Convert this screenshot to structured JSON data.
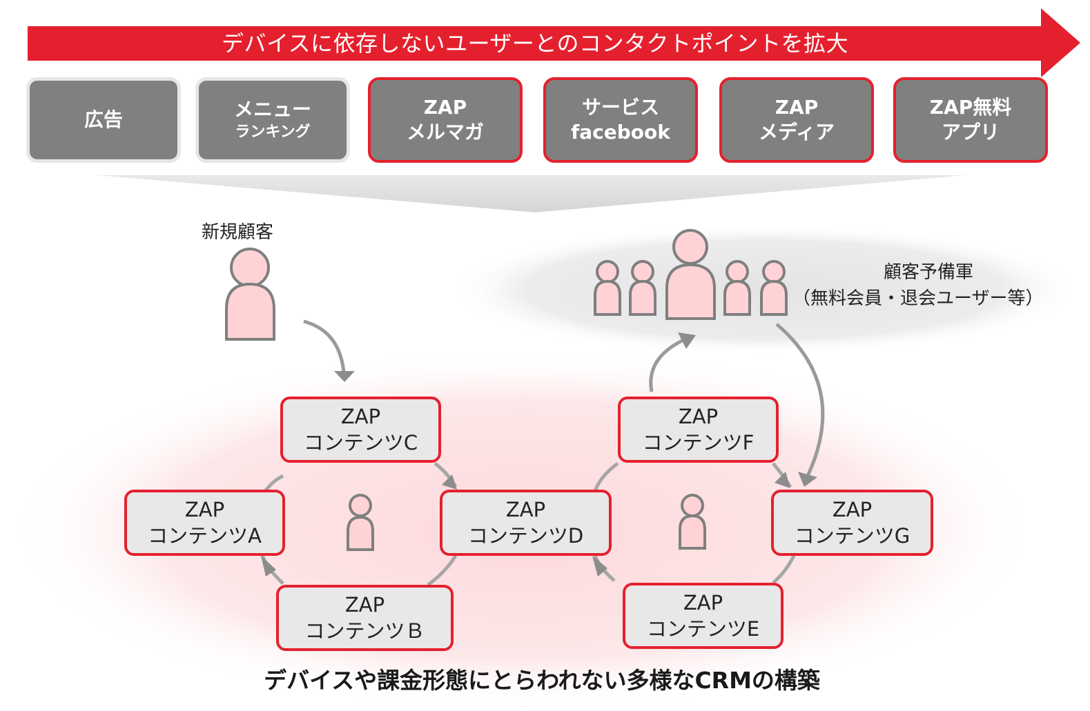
{
  "banner": {
    "text": "デバイスに依存しないユーザーとのコンタクトポイントを拡大"
  },
  "channels": [
    {
      "line1": "広告",
      "line2": ""
    },
    {
      "line1": "メニュー",
      "line2": "ランキング"
    },
    {
      "line1": "ZAP",
      "line2": "メルマガ"
    },
    {
      "line1": "サービス",
      "line2": "facebook"
    },
    {
      "line1": "ZAP",
      "line2": "メディア"
    },
    {
      "line1": "ZAP無料",
      "line2": "アプリ"
    }
  ],
  "new_customer": {
    "label": "新規顧客"
  },
  "reserve": {
    "title": "顧客予備軍",
    "note": "（無料会員・退会ユーザー等）"
  },
  "contents": [
    {
      "id": "C",
      "line1": "ZAP",
      "line2": "コンテンツC"
    },
    {
      "id": "A",
      "line1": "ZAP",
      "line2": "コンテンツA"
    },
    {
      "id": "D",
      "line1": "ZAP",
      "line2": "コンテンツD"
    },
    {
      "id": "B",
      "line1": "ZAP",
      "line2": "コンテンツＢ"
    },
    {
      "id": "F",
      "line1": "ZAP",
      "line2": "コンテンツF"
    },
    {
      "id": "G",
      "line1": "ZAP",
      "line2": "コンテンツG"
    },
    {
      "id": "E",
      "line1": "ZAP",
      "line2": "コンテンツE"
    }
  ],
  "footer": {
    "title": "デバイスや課金形態にとらわれない多様なCRMの構築"
  },
  "colors": {
    "accent_red": "#e5202e",
    "box_gray": "#808080",
    "person_pink": "#ffd3d6",
    "person_stroke": "#7f7f7f",
    "arrow_gray": "#9a9a9a"
  }
}
